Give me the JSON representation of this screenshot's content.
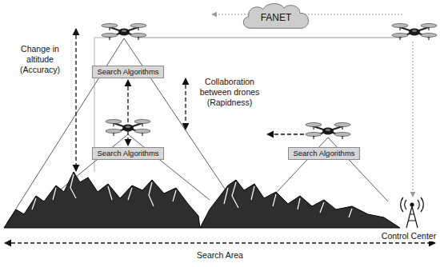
{
  "diagram": {
    "nodes": [
      {
        "text": [
          "FANET"
        ]
      },
      {
        "text": [
          "Search Algorithms"
        ]
      },
      {
        "text": [
          "Search Algorithms"
        ]
      },
      {
        "text": [
          "Search Algorithms"
        ]
      }
    ],
    "edges": [
      {
        "from": 1,
        "to": 2,
        "arrow": "both"
      }
    ],
    "labels": [
      "Change in altitude (Accuracy)",
      "Collaboration between drones (Rapidness)",
      "Control Center",
      "Search Area"
    ]
  }
}
